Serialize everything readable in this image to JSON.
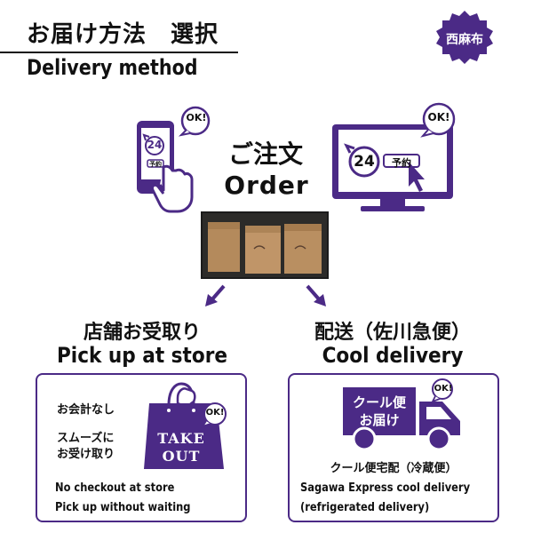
{
  "header": {
    "title_jp": "お届け方法　選択",
    "title_en": "Delivery method",
    "badge": "西麻布"
  },
  "order": {
    "title_jp": "ご注文",
    "title_en": "Order",
    "phone_ok": "OK!",
    "phone_24": "24",
    "phone_reserve": "予約",
    "monitor_ok": "OK!",
    "monitor_24": "24",
    "monitor_reserve": "予約"
  },
  "pickup": {
    "heading_jp": "店舗お受取り",
    "heading_en": "Pick up at store",
    "note1_jp": "お会計なし",
    "note2_jp": "スムーズに",
    "note3_jp": "お受け取り",
    "bag_line1": "TAKE",
    "bag_line2": "OUT",
    "bag_ok": "OK!",
    "desc1_en": "No checkout at store",
    "desc2_en": "Pick up without waiting"
  },
  "delivery": {
    "heading_jp": "配送（佐川急便）",
    "heading_en": "Cool delivery",
    "truck_line1": "クール便",
    "truck_line2": "お届け",
    "truck_ok": "OK!",
    "service_jp": "クール便宅配（冷蔵便）",
    "desc1_en": "Sagawa Express cool delivery",
    "desc2_en": "(refrigerated delivery)"
  },
  "colors": {
    "accent": "#4b2a86",
    "text": "#111111"
  }
}
